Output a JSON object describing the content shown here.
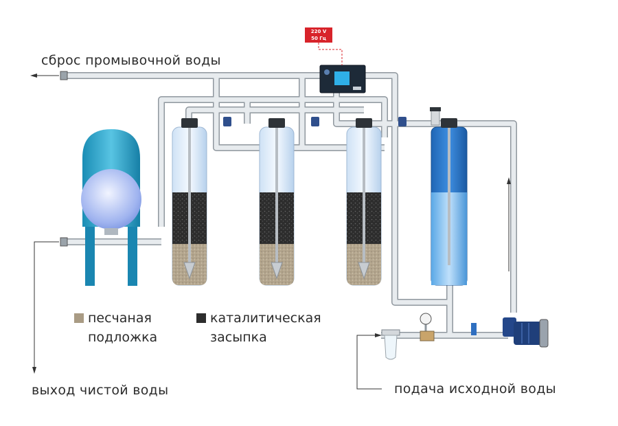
{
  "labels": {
    "drain": "сброс промывочной воды",
    "clean_out": "выход чистой воды",
    "feed": "подача исходной воды"
  },
  "legend": {
    "sand_line1": "песчаная",
    "sand_line2": "подложка",
    "catalytic_line1": "каталитическая",
    "catalytic_line2": "засыпка"
  },
  "power": {
    "voltage": "220 V",
    "frequency": "50 Гц"
  },
  "colors": {
    "pipe": "#e2e6ea",
    "pipe_edge": "#8f979e",
    "tank_blue": "#2a78c8",
    "accumulator": "#3aa7c9",
    "sand": "#b3a58d",
    "catalytic": "#2f2f2f",
    "power_box": "#d8232a"
  }
}
